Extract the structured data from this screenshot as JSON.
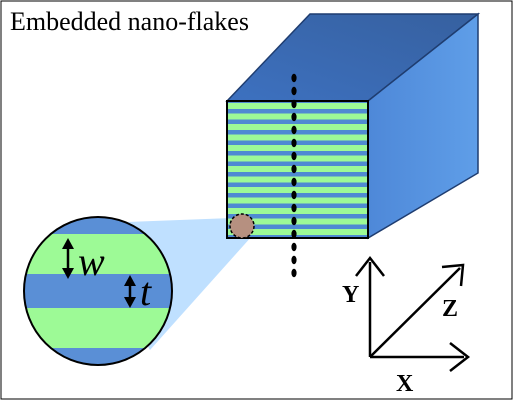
{
  "title": "Embedded nano-flakes",
  "dimensions": {
    "w_label": "w",
    "t_label": "t"
  },
  "axes": {
    "x_label": "X",
    "y_label": "Y",
    "z_label": "Z"
  },
  "colors": {
    "stripe_green": "#9dfa96",
    "block_blue": "#5a8fd6",
    "block_top": "#4b78be",
    "block_side": "#3d6eb8",
    "zoom_highlight": "#bfe0ff",
    "flake_marker": "#b69080",
    "outline": "#000000"
  }
}
